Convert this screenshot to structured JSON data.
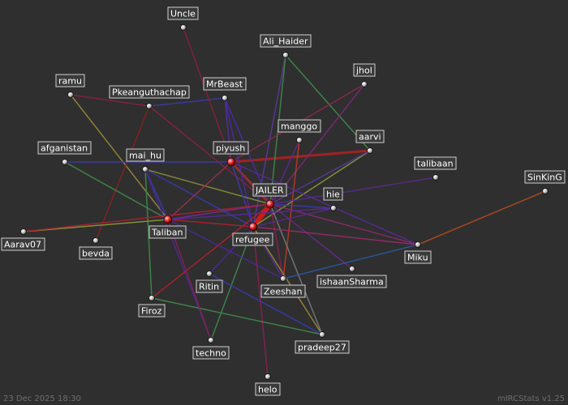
{
  "footer": {
    "date": "23 Dec 2025 18:30",
    "brand": "mIRCStats v1.25"
  },
  "colors": {
    "background": "#2f2f2f",
    "node": "#bdbdbd",
    "hub_node": "#e02020",
    "label_border": "#cfcfcf",
    "label_fill": "#3a3a3a",
    "label_text": "#ffffff"
  },
  "nodes": [
    {
      "id": "uncle",
      "label": "Uncle",
      "kind": "normal"
    },
    {
      "id": "ali_haider",
      "label": "Ali_Haider",
      "kind": "normal"
    },
    {
      "id": "jhol",
      "label": "jhol",
      "kind": "normal"
    },
    {
      "id": "ramu",
      "label": "ramu",
      "kind": "normal"
    },
    {
      "id": "pkeanguthachap",
      "label": "Pkeanguthachap",
      "kind": "normal"
    },
    {
      "id": "mrbeast",
      "label": "MrBeast",
      "kind": "normal"
    },
    {
      "id": "manggo",
      "label": "manggo",
      "kind": "normal"
    },
    {
      "id": "aarvi",
      "label": "aarvi",
      "kind": "normal"
    },
    {
      "id": "afganistan",
      "label": "afganistan",
      "kind": "normal"
    },
    {
      "id": "mai_hu",
      "label": "mai_hu",
      "kind": "normal"
    },
    {
      "id": "piyush",
      "label": "piyush",
      "kind": "hub"
    },
    {
      "id": "talibaan",
      "label": "talibaan",
      "kind": "normal"
    },
    {
      "id": "sinking",
      "label": "SinKinG",
      "kind": "normal"
    },
    {
      "id": "jailer",
      "label": "JAILER",
      "kind": "hub"
    },
    {
      "id": "hie",
      "label": "hie",
      "kind": "normal"
    },
    {
      "id": "taliban",
      "label": "Taliban",
      "kind": "hub"
    },
    {
      "id": "refugee",
      "label": "refugee",
      "kind": "hub"
    },
    {
      "id": "aarav07",
      "label": "Aarav07",
      "kind": "normal"
    },
    {
      "id": "bevda",
      "label": "bevda",
      "kind": "normal"
    },
    {
      "id": "miku",
      "label": "Miku",
      "kind": "normal"
    },
    {
      "id": "ishaansharma",
      "label": "ishaanSharma",
      "kind": "normal"
    },
    {
      "id": "ritin",
      "label": "Ritin",
      "kind": "normal"
    },
    {
      "id": "zeeshan",
      "label": "Zeeshan",
      "kind": "normal"
    },
    {
      "id": "firoz",
      "label": "Firoz",
      "kind": "normal"
    },
    {
      "id": "pradeep27",
      "label": "pradeep27",
      "kind": "normal"
    },
    {
      "id": "techno",
      "label": "techno",
      "kind": "normal"
    },
    {
      "id": "helo",
      "label": "helo",
      "kind": "normal"
    }
  ],
  "edges": [
    {
      "from": "jailer",
      "to": "refugee",
      "color": "#e01818",
      "weight": 6
    },
    {
      "from": "jailer",
      "to": "piyush",
      "color": "#9a3030",
      "weight": 3
    },
    {
      "from": "piyush",
      "to": "aarvi",
      "color": "#b02020",
      "weight": 3
    },
    {
      "from": "uncle",
      "to": "piyush",
      "color": "#8a1f3a",
      "weight": 1.5
    },
    {
      "from": "ali_haider",
      "to": "refugee",
      "color": "#5a3a9a",
      "weight": 1.5
    },
    {
      "from": "ali_haider",
      "to": "jailer",
      "color": "#3f8a4a",
      "weight": 1.5
    },
    {
      "from": "ali_haider",
      "to": "aarvi",
      "color": "#3f8a4a",
      "weight": 1.5
    },
    {
      "from": "jhol",
      "to": "jailer",
      "color": "#7a2a7a",
      "weight": 1.5
    },
    {
      "from": "jhol",
      "to": "piyush",
      "color": "#8a2a4a",
      "weight": 1.5
    },
    {
      "from": "ramu",
      "to": "pkeanguthachap",
      "color": "#8a2040",
      "weight": 1.5
    },
    {
      "from": "ramu",
      "to": "taliban",
      "color": "#9a8a3a",
      "weight": 1.5
    },
    {
      "from": "pkeanguthachap",
      "to": "mrbeast",
      "color": "#3a3ab0",
      "weight": 1.5
    },
    {
      "from": "pkeanguthachap",
      "to": "bevda",
      "color": "#8a2020",
      "weight": 1.5
    },
    {
      "from": "pkeanguthachap",
      "to": "jailer",
      "color": "#8a2040",
      "weight": 1.5
    },
    {
      "from": "mrbeast",
      "to": "piyush",
      "color": "#5a2aa0",
      "weight": 1.5
    },
    {
      "from": "mrbeast",
      "to": "refugee",
      "color": "#4a2ab0",
      "weight": 1.5
    },
    {
      "from": "mrbeast",
      "to": "jailer",
      "color": "#4a2ab0",
      "weight": 1.5
    },
    {
      "from": "manggo",
      "to": "zeeshan",
      "color": "#c03a20",
      "weight": 1.5
    },
    {
      "from": "manggo",
      "to": "jailer",
      "color": "#5a2a9a",
      "weight": 1.5
    },
    {
      "from": "aarvi",
      "to": "refugee",
      "color": "#8a9a3a",
      "weight": 1.5
    },
    {
      "from": "aarvi",
      "to": "jailer",
      "color": "#5a3aa0",
      "weight": 1.5
    },
    {
      "from": "afganistan",
      "to": "piyush",
      "color": "#3a3ab0",
      "weight": 1.5
    },
    {
      "from": "afganistan",
      "to": "taliban",
      "color": "#3f8a4a",
      "weight": 1.5
    },
    {
      "from": "mai_hu",
      "to": "jailer",
      "color": "#8a8a3a",
      "weight": 1.5
    },
    {
      "from": "mai_hu",
      "to": "refugee",
      "color": "#3a3ab0",
      "weight": 1.5
    },
    {
      "from": "mai_hu",
      "to": "taliban",
      "color": "#3a3ab0",
      "weight": 1.5
    },
    {
      "from": "mai_hu",
      "to": "firoz",
      "color": "#3f8a4a",
      "weight": 1.5
    },
    {
      "from": "mai_hu",
      "to": "techno",
      "color": "#4a2a9a",
      "weight": 1.5
    },
    {
      "from": "piyush",
      "to": "taliban",
      "color": "#9a3050",
      "weight": 1.5
    },
    {
      "from": "piyush",
      "to": "refugee",
      "color": "#3a3ab0",
      "weight": 1.5
    },
    {
      "from": "jailer",
      "to": "taliban",
      "color": "#7a2a9a",
      "weight": 1.5
    },
    {
      "from": "jailer",
      "to": "hie",
      "color": "#3a3ab0",
      "weight": 1.5
    },
    {
      "from": "jailer",
      "to": "talibaan",
      "color": "#5a2a8a",
      "weight": 1.5
    },
    {
      "from": "jailer",
      "to": "miku",
      "color": "#8a2a6a",
      "weight": 1.5
    },
    {
      "from": "jailer",
      "to": "ishaansharma",
      "color": "#6a2a8a",
      "weight": 1.5
    },
    {
      "from": "jailer",
      "to": "zeeshan",
      "color": "#8a2050",
      "weight": 1.5
    },
    {
      "from": "jailer",
      "to": "pradeep27",
      "color": "#7a7a7a",
      "weight": 1.5
    },
    {
      "from": "jailer",
      "to": "firoz",
      "color": "#b02030",
      "weight": 1.5
    },
    {
      "from": "refugee",
      "to": "taliban",
      "color": "#b02030",
      "weight": 1.5
    },
    {
      "from": "refugee",
      "to": "hie",
      "color": "#5a2a8a",
      "weight": 1.5
    },
    {
      "from": "refugee",
      "to": "miku",
      "color": "#9a2a6a",
      "weight": 1.5
    },
    {
      "from": "refugee",
      "to": "zeeshan",
      "color": "#5a2a9a",
      "weight": 1.5
    },
    {
      "from": "refugee",
      "to": "helo",
      "color": "#8a2050",
      "weight": 1.5
    },
    {
      "from": "refugee",
      "to": "techno",
      "color": "#3f8a4a",
      "weight": 1.5
    },
    {
      "from": "refugee",
      "to": "ritin",
      "color": "#4a2a9a",
      "weight": 1.5
    },
    {
      "from": "refugee",
      "to": "pradeep27",
      "color": "#9a8a3a",
      "weight": 1.5
    },
    {
      "from": "taliban",
      "to": "aarav07",
      "color": "#8a9a3a",
      "weight": 1.5
    },
    {
      "from": "taliban",
      "to": "hie",
      "color": "#5a2a9a",
      "weight": 1.5
    },
    {
      "from": "taliban",
      "to": "zeeshan",
      "color": "#4a2a9a",
      "weight": 1.5
    },
    {
      "from": "sinking",
      "to": "miku",
      "color": "#b04a20",
      "weight": 1.5
    },
    {
      "from": "miku",
      "to": "zeeshan",
      "color": "#2a5aa0",
      "weight": 1.5
    },
    {
      "from": "miku",
      "to": "piyush",
      "color": "#5a2a9a",
      "weight": 1.5
    },
    {
      "from": "aarav07",
      "to": "jailer",
      "color": "#b02030",
      "weight": 1.5
    },
    {
      "from": "ritin",
      "to": "pradeep27",
      "color": "#3a3ab0",
      "weight": 1.5
    },
    {
      "from": "firoz",
      "to": "pradeep27",
      "color": "#3f8a4a",
      "weight": 1.5
    },
    {
      "from": "techno",
      "to": "taliban",
      "color": "#8a2050",
      "weight": 1.5
    }
  ]
}
